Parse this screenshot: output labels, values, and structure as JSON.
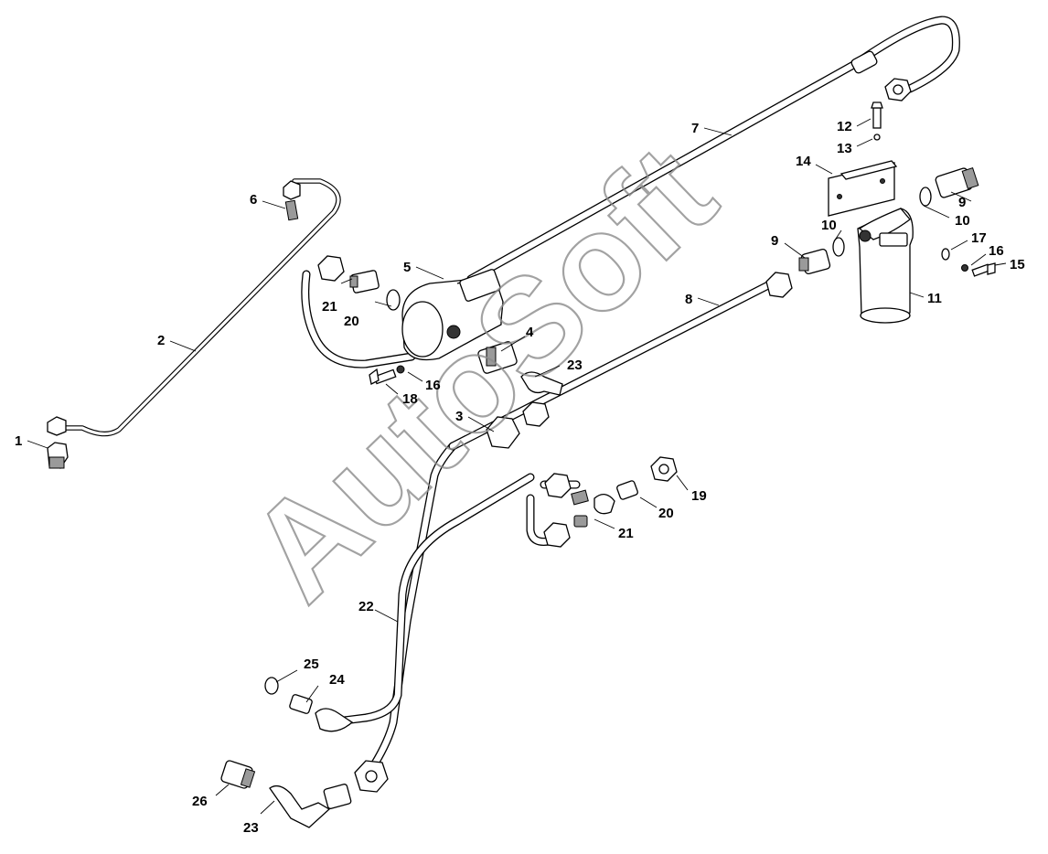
{
  "watermark": "AutoSoft",
  "callouts": [
    {
      "id": "c1",
      "text": "1"
    },
    {
      "id": "c2",
      "text": "2"
    },
    {
      "id": "c3",
      "text": "3"
    },
    {
      "id": "c4",
      "text": "4"
    },
    {
      "id": "c5",
      "text": "5"
    },
    {
      "id": "c6",
      "text": "6"
    },
    {
      "id": "c7",
      "text": "7"
    },
    {
      "id": "c8",
      "text": "8"
    },
    {
      "id": "c9a",
      "text": "9"
    },
    {
      "id": "c9b",
      "text": "9"
    },
    {
      "id": "c10a",
      "text": "10"
    },
    {
      "id": "c10b",
      "text": "10"
    },
    {
      "id": "c11",
      "text": "11"
    },
    {
      "id": "c12",
      "text": "12"
    },
    {
      "id": "c13",
      "text": "13"
    },
    {
      "id": "c14",
      "text": "14"
    },
    {
      "id": "c15",
      "text": "15"
    },
    {
      "id": "c16a",
      "text": "16"
    },
    {
      "id": "c16b",
      "text": "16"
    },
    {
      "id": "c17",
      "text": "17"
    },
    {
      "id": "c18",
      "text": "18"
    },
    {
      "id": "c19",
      "text": "19"
    },
    {
      "id": "c20a",
      "text": "20"
    },
    {
      "id": "c20b",
      "text": "20"
    },
    {
      "id": "c21a",
      "text": "21"
    },
    {
      "id": "c21b",
      "text": "21"
    },
    {
      "id": "c22",
      "text": "22"
    },
    {
      "id": "c23a",
      "text": "23"
    },
    {
      "id": "c23b",
      "text": "23"
    },
    {
      "id": "c24",
      "text": "24"
    },
    {
      "id": "c25",
      "text": "25"
    },
    {
      "id": "c26",
      "text": "26"
    }
  ]
}
